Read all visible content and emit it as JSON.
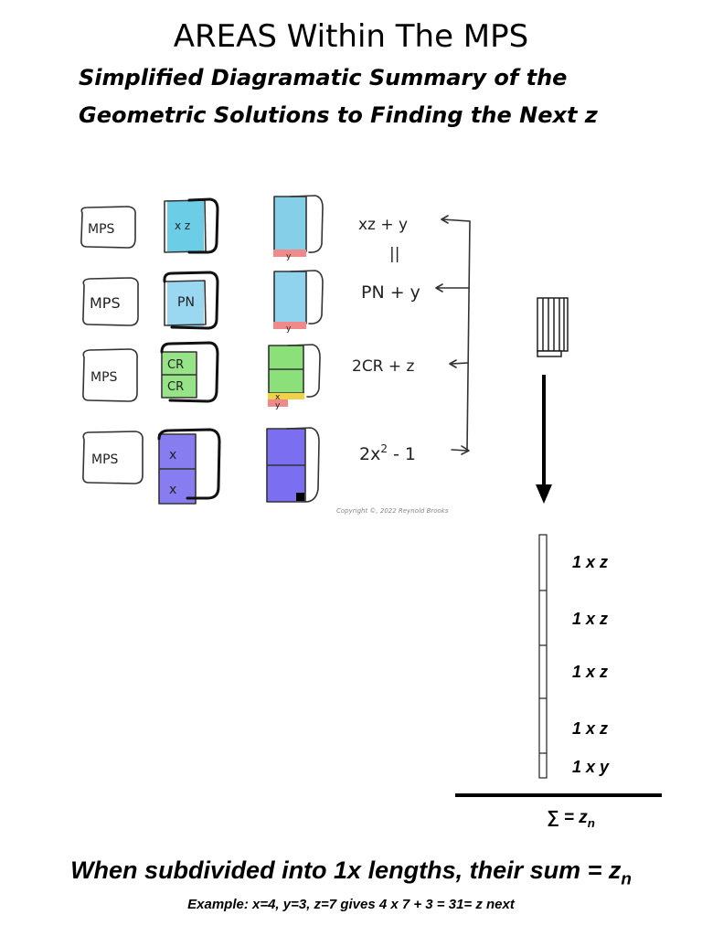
{
  "header": {
    "title": "AREAS Within The MPS",
    "subtitle_line1": "Simplified Diagramatic Summary of the",
    "subtitle_line2": "Geometric Solutions to Finding the Next z"
  },
  "sketch": {
    "rows": [
      {
        "mps_label": "MPS",
        "square_labels": [
          "x z"
        ],
        "remainder_labels": [
          "y"
        ],
        "equation": "xz + y",
        "fill_color": "#5cc8e4",
        "remainder_color": "#f08a8a"
      },
      {
        "mps_label": "MPS",
        "square_labels": [
          "PN"
        ],
        "remainder_labels": [
          "y"
        ],
        "equation": "PN + y",
        "fill_color": "#8fd3ef",
        "remainder_color": "#f08a8a"
      },
      {
        "mps_label": "MPS",
        "square_labels": [
          "CR",
          "CR"
        ],
        "remainder_labels": [
          "x",
          "y"
        ],
        "equation": "2CR + z",
        "fill_color": "#8ce07a",
        "remainder_color": "#f0d24a"
      },
      {
        "mps_label": "MPS",
        "square_labels": [
          "x",
          "x"
        ],
        "remainder_labels": [],
        "equation_base": "2x",
        "equation_exp": "2",
        "equation_tail": " - 1",
        "fill_color": "#7b6ef0",
        "remainder_color": "#000000"
      }
    ],
    "equals_mark": "||",
    "copyright": "Copyright ©, 2022 Reynold Brooks"
  },
  "stack": {
    "segments": [
      {
        "label": "1 x z"
      },
      {
        "label": "1 x z"
      },
      {
        "label": "1 x z"
      },
      {
        "label": "1 x z"
      },
      {
        "label": "1 x y"
      }
    ],
    "sum_text": "∑ = z",
    "sum_sub": "n"
  },
  "footer": {
    "summary_text": "When subdivided into 1x lengths, their sum = z",
    "summary_sub": "n",
    "example": "Example: x=4, y=3, z=7 gives 4 x 7 + 3 = 31= z next"
  }
}
